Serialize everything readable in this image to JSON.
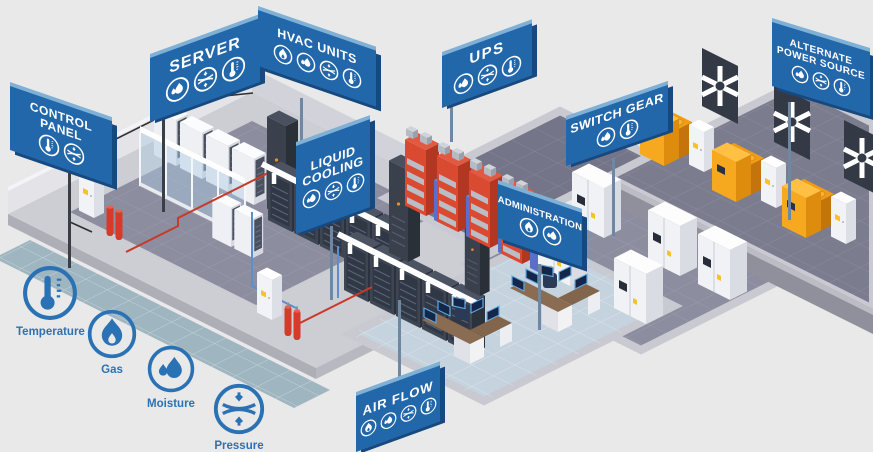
{
  "colors": {
    "background": "#e9e9e9",
    "sign_blue": "#2367ab",
    "sign_edge_light": "#7fb0d6",
    "sign_edge_dark": "#17497e",
    "legend_blue": "#2b72b4",
    "floor_main": "#8d8da0",
    "floor_dark": "#757589",
    "floor_admin": "#c5d3de",
    "walkway_teal": "#9fb6c1",
    "concrete": "#cdcdd4",
    "pipe_red": "#c73a28",
    "pipe_blue": "#5a8fd0",
    "equipment_red": "#d94a31",
    "equipment_blue": "#5d6ec9",
    "equipment_yellow": "#f6a81f"
  },
  "signs": {
    "control_panel": {
      "label": "CONTROL PANEL",
      "icons": [
        "temperature",
        "pressure"
      ]
    },
    "server": {
      "label": "SERVER",
      "icons": [
        "moisture",
        "pressure",
        "temperature"
      ]
    },
    "hvac_units": {
      "label": "HVAC UNITS",
      "icons": [
        "gas",
        "moisture",
        "pressure",
        "temperature"
      ]
    },
    "liquid_cooling": {
      "label": "LIQUID COOLING",
      "icons": [
        "moisture",
        "pressure",
        "temperature"
      ]
    },
    "ups": {
      "label": "UPS",
      "icons": [
        "moisture",
        "pressure",
        "temperature"
      ]
    },
    "switch_gear": {
      "label": "SWITCH GEAR",
      "icons": [
        "moisture",
        "temperature"
      ]
    },
    "administration": {
      "label": "ADMINISTRATION",
      "icons": [
        "gas",
        "moisture"
      ]
    },
    "alternate_power": {
      "label": "ALTERNATE POWER SOURCE",
      "icons": [
        "moisture",
        "pressure",
        "temperature"
      ]
    },
    "air_flow": {
      "label": "AIR FLOW",
      "icons": [
        "gas",
        "moisture",
        "pressure",
        "temperature"
      ]
    }
  },
  "legend": {
    "items": [
      {
        "label": "Temperature",
        "icon": "temperature"
      },
      {
        "label": "Gas",
        "icon": "gas"
      },
      {
        "label": "Moisture",
        "icon": "moisture"
      },
      {
        "label": "Pressure",
        "icon": "pressure"
      }
    ]
  }
}
